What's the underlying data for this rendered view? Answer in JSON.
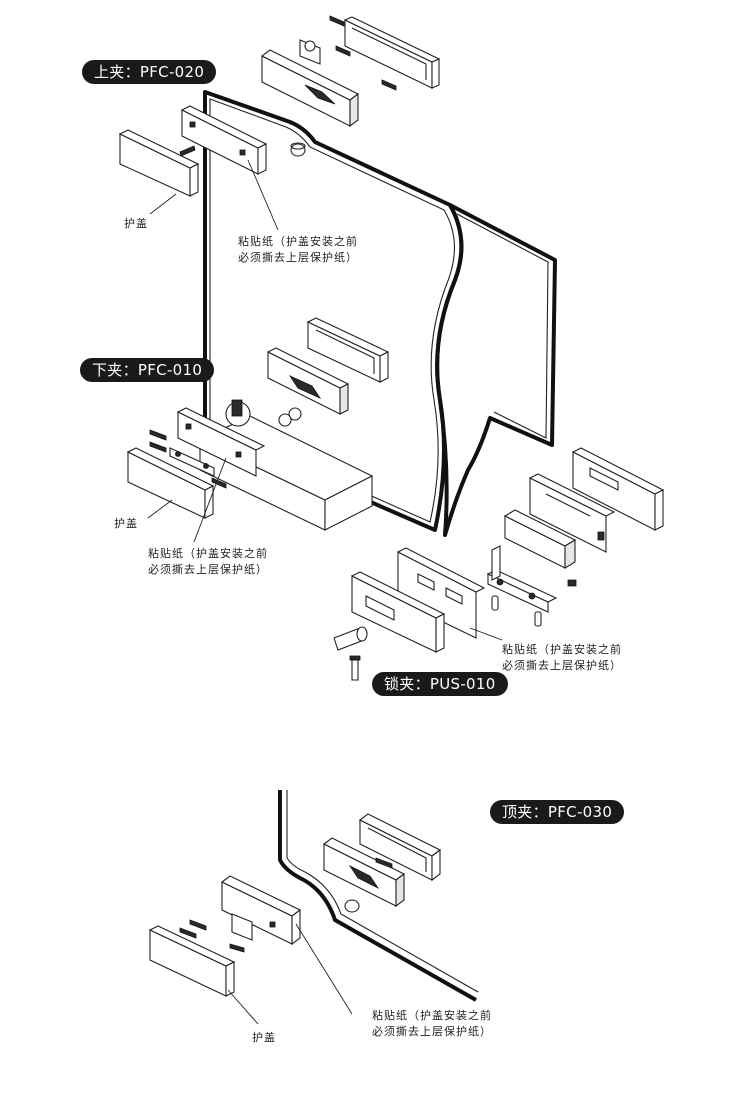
{
  "tags": {
    "top_clamp": "上夹：PFC-020",
    "bottom_clamp": "下夹：PFC-010",
    "lock_clamp": "锁夹：PUS-010",
    "ceiling_clamp": "顶夹：PFC-030"
  },
  "labels": {
    "cover": "护盖",
    "sticker_line1": "粘贴纸（护盖安装之前",
    "sticker_line2": "必须撕去上层保护纸）"
  }
}
